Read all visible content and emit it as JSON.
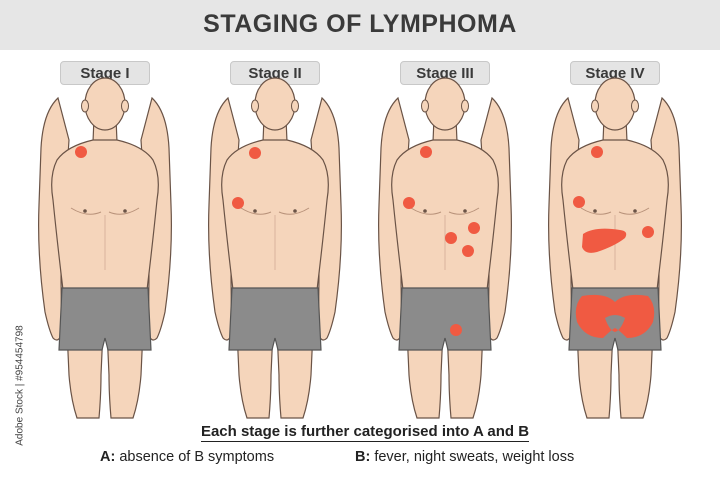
{
  "title": "STAGING OF LYMPHOMA",
  "stages": [
    {
      "label": "Stage I"
    },
    {
      "label": "Stage II"
    },
    {
      "label": "Stage III"
    },
    {
      "label": "Stage IV"
    }
  ],
  "note": {
    "heading": "Each stage is further categorised into A and B",
    "a_key": "A:",
    "a_text": "absence of B symptoms",
    "b_key": "B:",
    "b_text": "fever, night sweats, weight loss"
  },
  "credit": "Adobe Stock | #954454798",
  "colors": {
    "skin": "#f5d5bb",
    "skin_outline": "#6a5346",
    "shorts": "#8b8b8b",
    "lesion": "#f05a42",
    "label_bg": "#e4e4e4"
  }
}
